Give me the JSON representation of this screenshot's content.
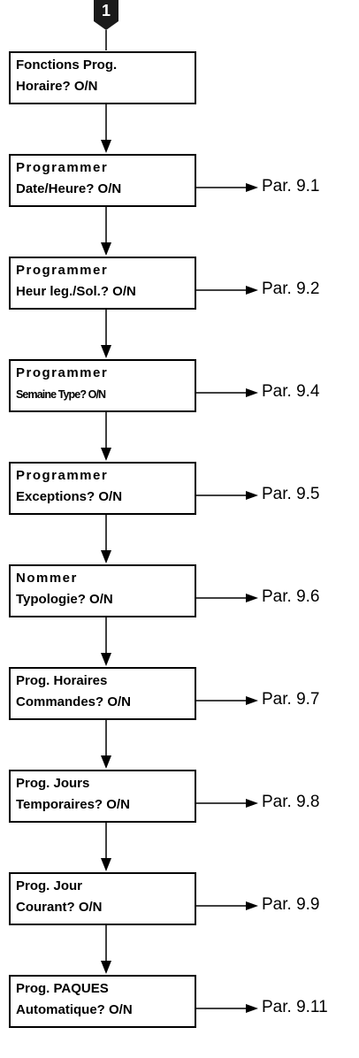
{
  "start_badge": "1",
  "steps": [
    {
      "lines": [
        "Fonctions Prog.",
        "Horaire? O/N"
      ],
      "ref": ""
    },
    {
      "lines": [
        "Programmer",
        "Date/Heure? O/N"
      ],
      "ref": "Par. 9.1"
    },
    {
      "lines": [
        "Programmer",
        "Heur leg./Sol.? O/N"
      ],
      "ref": "Par. 9.2"
    },
    {
      "lines": [
        "Programmer",
        "Semaine Type? O/N"
      ],
      "ref": "Par. 9.4"
    },
    {
      "lines": [
        "Programmer",
        "Exceptions? O/N"
      ],
      "ref": "Par. 9.5"
    },
    {
      "lines": [
        "Nommer",
        "Typologie? O/N"
      ],
      "ref": "Par. 9.6"
    },
    {
      "lines": [
        "Prog. Horaires",
        "Commandes? O/N"
      ],
      "ref": "Par. 9.7"
    },
    {
      "lines": [
        "Prog. Jours",
        "Temporaires? O/N"
      ],
      "ref": "Par. 9.8"
    },
    {
      "lines": [
        "Prog. Jour",
        "Courant? O/N"
      ],
      "ref": "Par. 9.9"
    },
    {
      "lines": [
        "Prog. PAQUES",
        "Automatique? O/N"
      ],
      "ref": "Par. 9.11"
    }
  ]
}
